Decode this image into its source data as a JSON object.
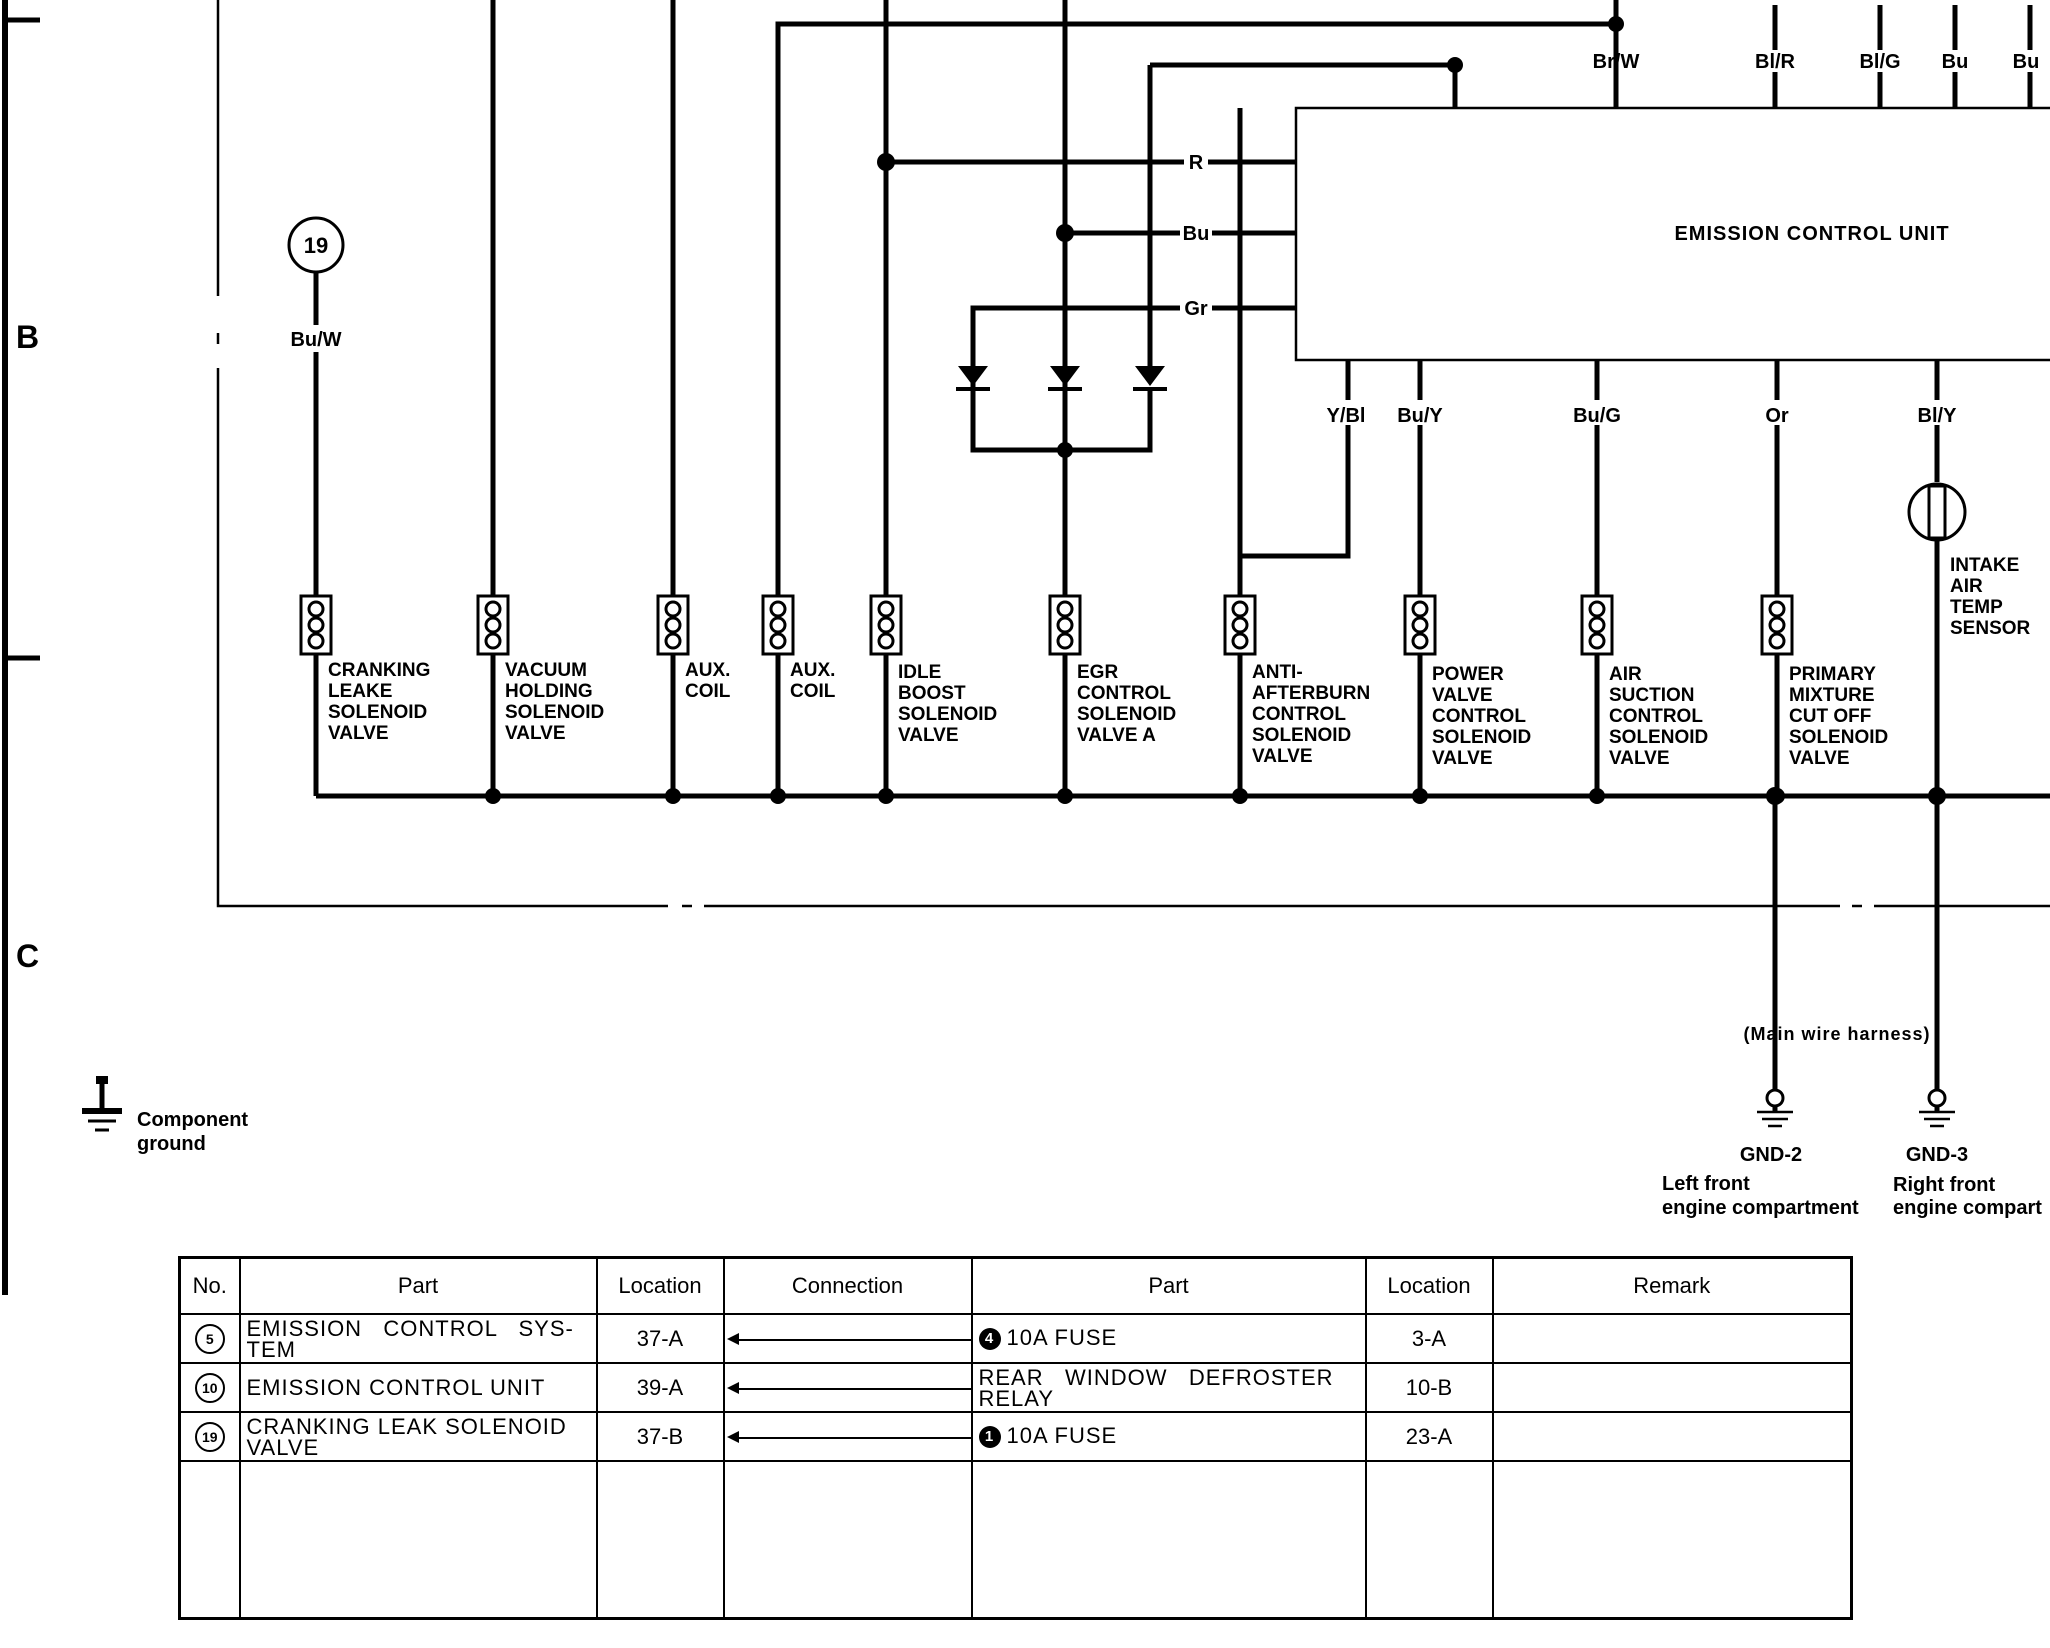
{
  "zones": [
    "B",
    "C"
  ],
  "ecu": {
    "label": "EMISSION CONTROL UNIT",
    "top_wires": [
      "Br/W",
      "Bl/R",
      "Bl/G",
      "Bu",
      "Bu"
    ],
    "left_wires": [
      "R",
      "Bu",
      "Gr"
    ],
    "bottom_wires": [
      "Y/Bl",
      "Bu/Y",
      "Bu/G",
      "Or",
      "Bl/Y"
    ]
  },
  "connector": {
    "number": "19",
    "wire": "Bu/W"
  },
  "components": [
    {
      "lines": [
        "CRANKING",
        "LEAKE",
        "SOLENOID",
        "VALVE"
      ]
    },
    {
      "lines": [
        "VACUUM",
        "HOLDING",
        "SOLENOID",
        "VALVE"
      ]
    },
    {
      "lines": [
        "AUX.",
        "COIL"
      ]
    },
    {
      "lines": [
        "AUX.",
        "COIL"
      ]
    },
    {
      "lines": [
        "IDLE",
        "BOOST",
        "SOLENOID",
        "VALVE"
      ]
    },
    {
      "lines": [
        "EGR",
        "CONTROL",
        "SOLENOID",
        "VALVE A"
      ]
    },
    {
      "lines": [
        "ANTI-",
        "AFTERBURN",
        "CONTROL",
        "SOLENOID",
        "VALVE"
      ]
    },
    {
      "lines": [
        "POWER",
        "VALVE",
        "CONTROL",
        "SOLENOID",
        "VALVE"
      ]
    },
    {
      "lines": [
        "AIR",
        "SUCTION",
        "CONTROL",
        "SOLENOID",
        "VALVE"
      ]
    },
    {
      "lines": [
        "PRIMARY",
        "MIXTURE",
        "CUT OFF",
        "SOLENOID",
        "VALVE"
      ]
    }
  ],
  "sensor": {
    "lines": [
      "INTAKE",
      "AIR",
      "TEMP",
      "SENSOR"
    ]
  },
  "harness_note": "(Main  wire  harness)",
  "grounds": [
    {
      "id": "GND-2",
      "line1": "Left front",
      "line2": "engine compartment"
    },
    {
      "id": "GND-3",
      "line1": "Right front",
      "line2": "engine compart"
    }
  ],
  "legend": {
    "line1": "Component",
    "line2": "ground"
  },
  "table": {
    "headers": {
      "no": "No.",
      "part": "Part",
      "location": "Location",
      "connection": "Connection",
      "part2": "Part",
      "location2": "Location",
      "remark": "Remark"
    },
    "rows": [
      {
        "no": "5",
        "part_line1": "EMISSION   CONTROL   SYS-",
        "part_line2": "TEM",
        "location": "37-A",
        "fuse_no": "4",
        "part2_line1": "10A FUSE",
        "part2_line2": "",
        "location2": "3-A",
        "remark": ""
      },
      {
        "no": "10",
        "part_line1": "EMISSION CONTROL UNIT",
        "part_line2": "",
        "location": "39-A",
        "fuse_no": "",
        "part2_line1": "REAR   WINDOW   DEFROSTER",
        "part2_line2": "RELAY",
        "location2": "10-B",
        "remark": ""
      },
      {
        "no": "19",
        "part_line1": "CRANKING LEAK SOLENOID",
        "part_line2": "VALVE",
        "location": "37-B",
        "fuse_no": "1",
        "part2_line1": "10A FUSE",
        "part2_line2": "",
        "location2": "23-A",
        "remark": ""
      }
    ]
  }
}
